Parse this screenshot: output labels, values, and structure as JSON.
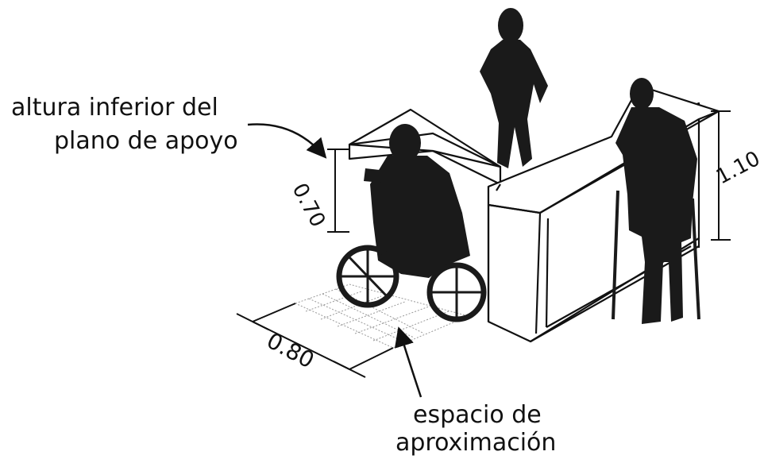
{
  "labels": {
    "lower_plane_line1": "altura inferior del",
    "lower_plane_line2": "plano de apoyo",
    "approach_line1": "espacio de",
    "approach_line2": "aproximación"
  },
  "dimensions": {
    "lower_height": "0.70",
    "upper_height": "1.10",
    "approach_depth": "0.80"
  },
  "colors": {
    "ink": "#111111",
    "silhouette": "#1a1a1a",
    "paper": "#ffffff",
    "grid": "#9a9a9a"
  }
}
